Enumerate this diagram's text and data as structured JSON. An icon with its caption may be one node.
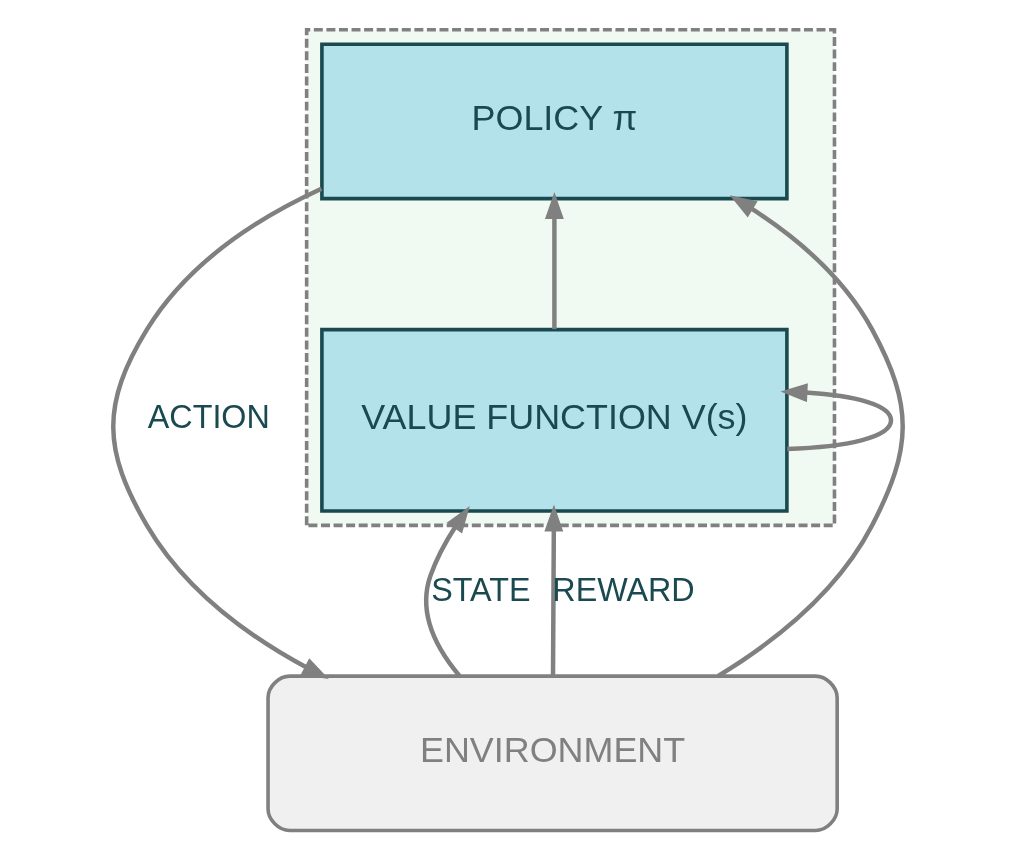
{
  "diagram": {
    "nodes": [
      {
        "text": [],
        "shape": "box"
      },
      {
        "text": [
          "POLICY π"
        ],
        "in": 0
      },
      {
        "text": [
          "VALUE FUNCTION V(s)"
        ],
        "in": 0
      },
      {
        "text": [
          "ENVIRONMENT"
        ]
      }
    ],
    "edges": [
      {
        "from": 3,
        "to": 1,
        "arrow": "to"
      },
      {
        "from": 3,
        "to": 2,
        "arrow": "to",
        "label": "STATE"
      },
      {
        "from": 1,
        "to": 3,
        "arrow": "to",
        "label": "ACTION"
      },
      {
        "from": 3,
        "to": 2,
        "arrow": "to",
        "label": "REWARD"
      },
      {
        "from": 2,
        "to": 2,
        "arrow": "to"
      },
      {
        "from": 2,
        "to": 1,
        "arrow": "to"
      }
    ]
  }
}
